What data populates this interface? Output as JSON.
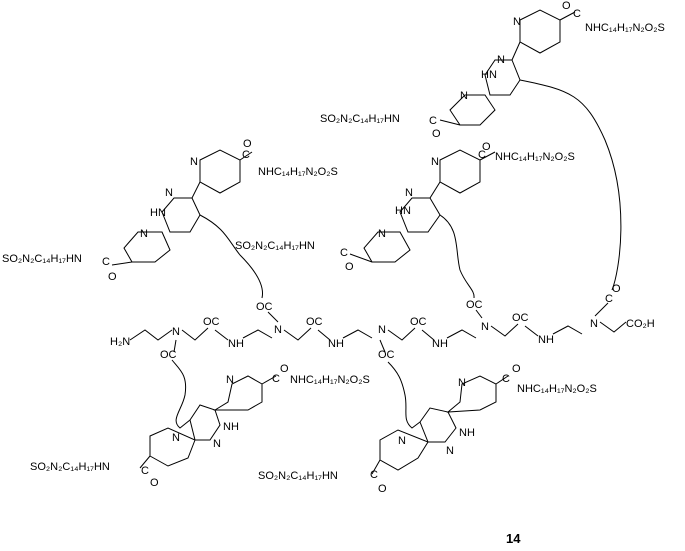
{
  "figure": {
    "compound_number": "14",
    "atoms": {
      "N": "N",
      "NH": "NH",
      "HN": "HN",
      "H2N": "H₂N",
      "CO": "C",
      "O": "O",
      "OC": "OC",
      "CO2H": "CO₂H"
    },
    "sulfonyl_amide_right": "NHC₁₄H₁₇N₂O₂S",
    "sulfonyl_amide_left": "SO₂N₂C₁₄H₁₇HN"
  },
  "colors": {
    "ink": "#000000",
    "background": "#ffffff"
  }
}
